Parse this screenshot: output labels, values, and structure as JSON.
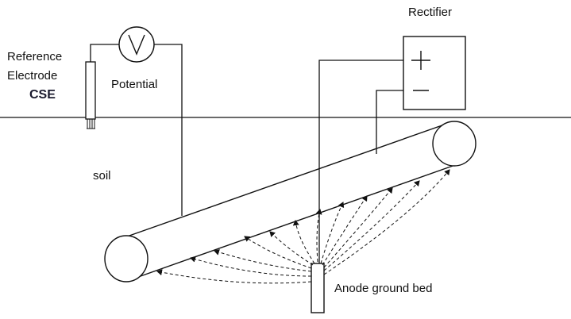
{
  "labels": {
    "reference_line1": "Reference",
    "reference_line2": "Electrode",
    "cse": "CSE",
    "potential": "Potential",
    "rectifier": "Rectifier",
    "soil": "soil",
    "anode": "Anode ground bed"
  },
  "voltmeter_icon": "voltmeter-v-icon",
  "rectifier_symbols": {
    "plus": "+",
    "minus": "−"
  },
  "colors": {
    "line": "#111111",
    "background": "#ffffff"
  }
}
